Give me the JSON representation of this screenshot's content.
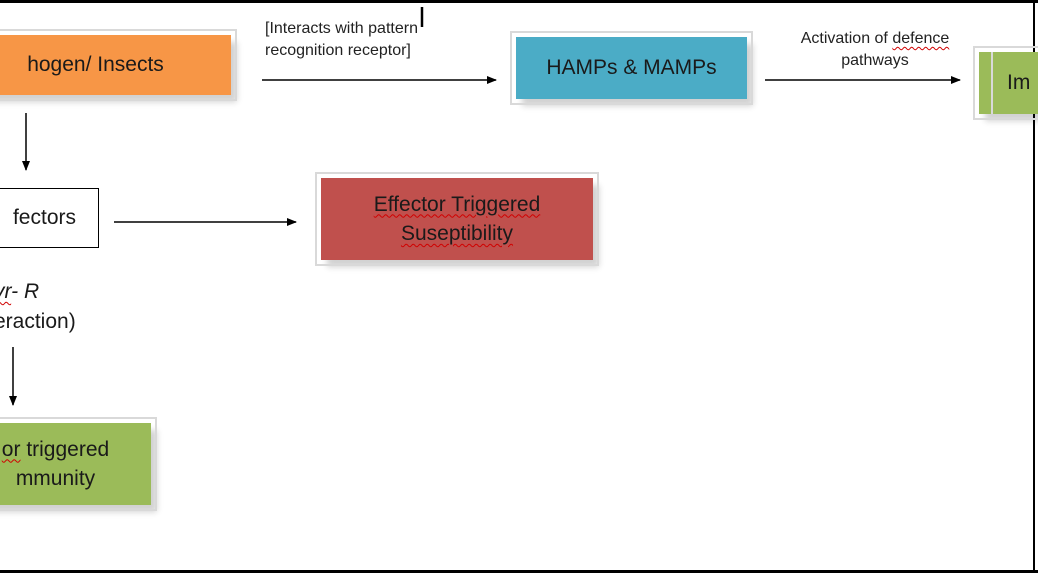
{
  "nodes": {
    "pathogen": "hogen/ Insects",
    "hamps": "HAMPs & MAMPs",
    "immunity": "Im",
    "effectors": "fectors",
    "ets_line1": "Effector Triggered",
    "ets_line2": "Suseptibility",
    "eti_line1": "or triggered",
    "eti_line2": "mmunity"
  },
  "annotations": {
    "prr_line1": "[Interacts with pattern",
    "prr_line2": "recognition receptor]",
    "defence_line1": "Activation of defence",
    "defence_line2": "pathways",
    "interaction_line1": "vr- R",
    "interaction_line2": "eraction)"
  },
  "colors": {
    "pathogen": "#f79646",
    "hamps": "#4bacc6",
    "immunity": "#9bbb59",
    "ets": "#c0504d",
    "eti": "#9bbb59"
  }
}
